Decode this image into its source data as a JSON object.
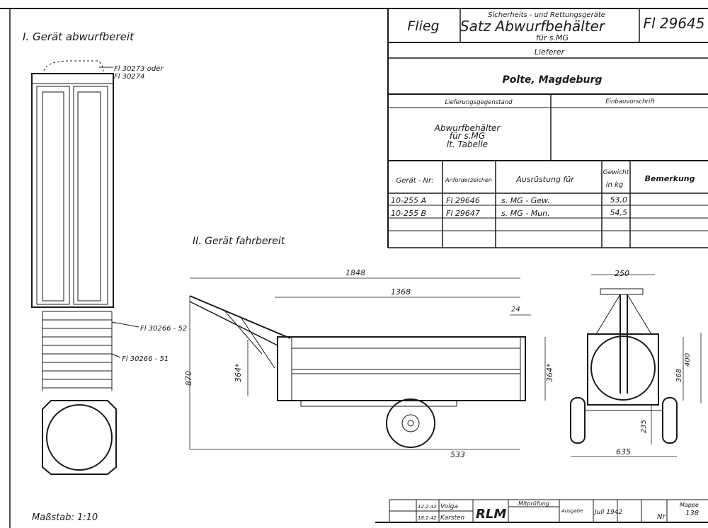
{
  "views": {
    "view1_title": "I. Gerät abwurfbereit",
    "view2_title": "II. Gerät fahrbereit",
    "scale": "Maßstab: 1:10",
    "callouts": [
      "Fl 30273 oder",
      "Fl 30274",
      "Fl 30266 - 52",
      "Fl 30266 - 51"
    ],
    "dimensions": {
      "overall_length": "1848",
      "body_length": "1368",
      "d24": "24",
      "height": "870",
      "d364_left": "364*",
      "d364_right": "364*",
      "wheel_offset": "533",
      "width_top": "250",
      "d368": "368",
      "d400": "400",
      "d235": "235",
      "track": "635"
    }
  },
  "title_block": {
    "dept": "Flieg",
    "category": "Sicherheits - und Rettungsgeräte",
    "title": "Satz Abwurfbehälter",
    "subtitle": "für s.MG",
    "number": "Fl 29645",
    "supplier_label": "Lieferer",
    "supplier": "Polte, Magdeburg",
    "item_label": "Lieferungsgegenstand",
    "install_label": "Einbauvorschrift",
    "item_lines": [
      "Abwurfbehälter",
      "für s.MG",
      "lt. Tabelle"
    ],
    "table": {
      "headers": [
        "Gerät - Nr:",
        "Anforderzeichen",
        "Ausrüstung für",
        "Gewicht",
        "in kg",
        "Bemerkung"
      ],
      "rows": [
        [
          "10-255 A",
          "Fl 29646",
          "s. MG - Gew.",
          "53,0",
          ""
        ],
        [
          "10-255 B",
          "Fl 29647",
          "s. MG - Mun.",
          "54,5",
          ""
        ]
      ]
    }
  },
  "footer": {
    "rlm": "RLM",
    "mitpruefung": "Mitprüfung",
    "ausgabe_label": "Ausgabe",
    "ausgabe": "Juli 1942",
    "mappe_label": "Mappe",
    "mappe": "138",
    "nr_label": "Nr",
    "date1": "12.2.42",
    "date2": "18.2.42",
    "name1": "Volga",
    "name2": "Karsten"
  }
}
